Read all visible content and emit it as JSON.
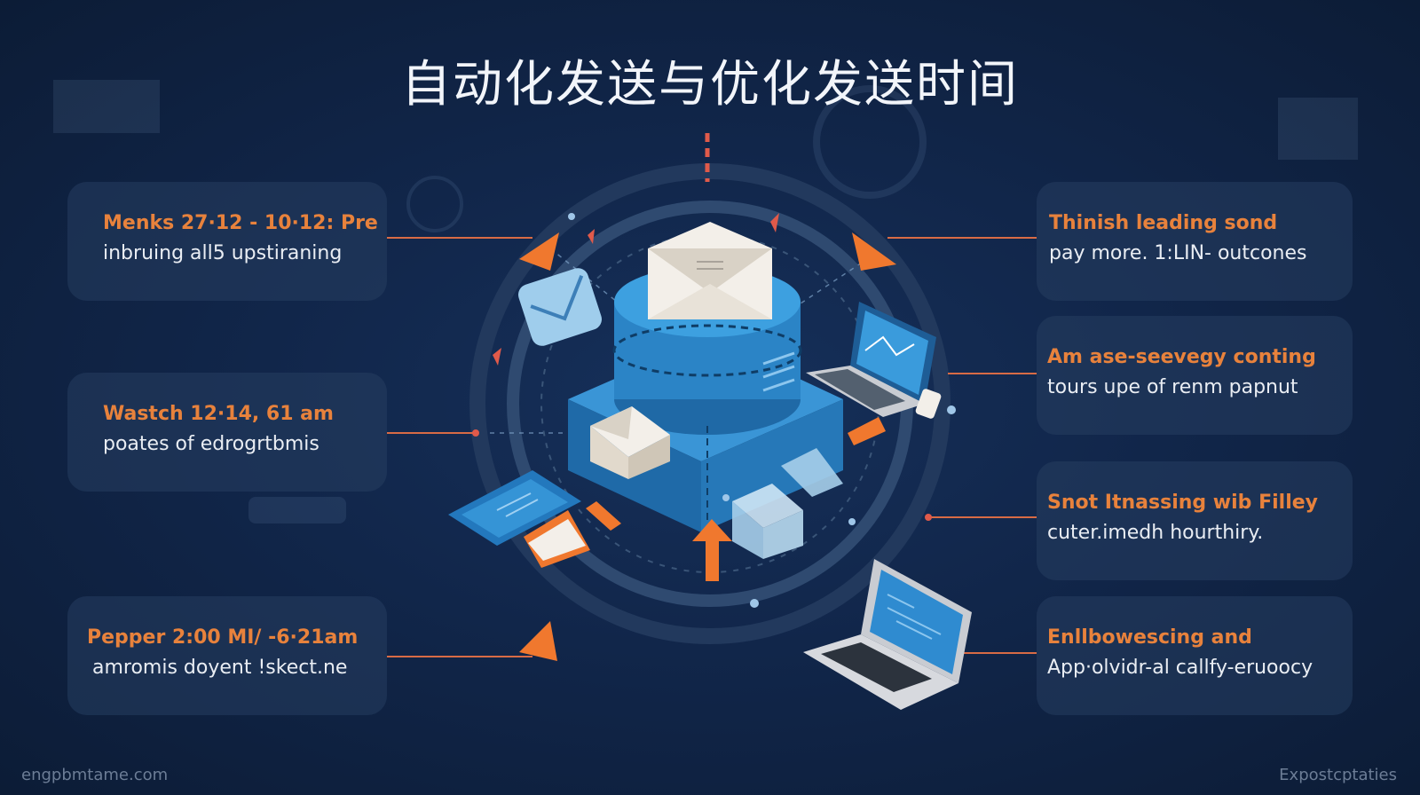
{
  "title": "自动化发送与优化发送时间",
  "cards": [
    {
      "heading": "Menks 27·12  - 10·12: Pre",
      "body": "inbruing all5 upstiraning"
    },
    {
      "heading": "Wastch 12·14, 61 am",
      "body": "poates of edrogrtbmis"
    },
    {
      "heading": "Pepper 2:00 MI/ -6·21am",
      "body": "amromis doyent !skect.ne"
    },
    {
      "heading": "Thinish leading sond",
      "body": "pay more.  1:LIN- outcones"
    },
    {
      "heading": "Am ase-seevegy conting",
      "body": "tours upe of renm papnut"
    },
    {
      "heading": "Snot Itnassing wib Filley",
      "body": "cuter.imedh hourthiry."
    },
    {
      "heading": "Enllbowescing and",
      "body": "App·olvidr-al callfy-eruoocy"
    }
  ],
  "footer": {
    "left": "engpbmtame.com",
    "right": "Expostcptaties"
  },
  "colors": {
    "accent": "#e8823c",
    "ring": "#3a5578",
    "cube_blue": "#2d86c8",
    "background": "#11264a"
  },
  "icons": [
    "envelope-icon",
    "laptop-icon",
    "arrow-icon",
    "server-stack-icon"
  ]
}
